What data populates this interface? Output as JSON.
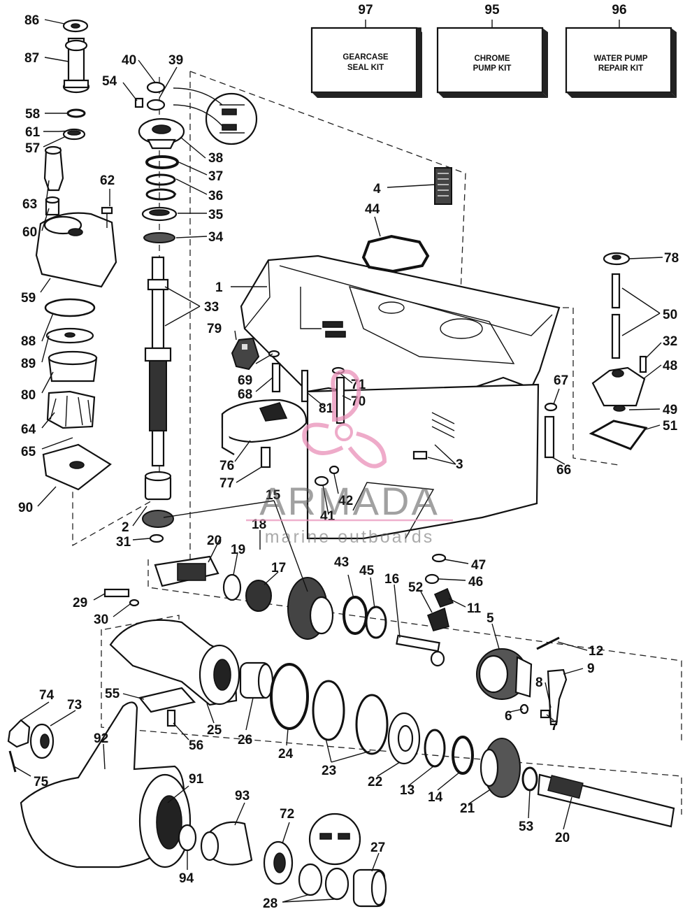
{
  "kits": [
    {
      "number": "97",
      "line1": "GEARCASE",
      "line2": "SEAL KIT"
    },
    {
      "number": "95",
      "line1": "CHROME",
      "line2": "PUMP KIT"
    },
    {
      "number": "96",
      "line1": "WATER PUMP",
      "line2": "REPAIR KIT"
    }
  ],
  "callouts": [
    "86",
    "87",
    "58",
    "61",
    "57",
    "63",
    "60",
    "59",
    "88",
    "89",
    "80",
    "64",
    "65",
    "90",
    "54",
    "40",
    "39",
    "38",
    "37",
    "36",
    "35",
    "34",
    "33",
    "2",
    "31",
    "62",
    "4",
    "44",
    "1",
    "79",
    "69",
    "68",
    "71",
    "70",
    "81",
    "76",
    "77",
    "15",
    "18",
    "42",
    "41",
    "3",
    "67",
    "66",
    "78",
    "50",
    "32",
    "48",
    "49",
    "51",
    "47",
    "46",
    "43",
    "45",
    "16",
    "52",
    "11",
    "20",
    "19",
    "17",
    "29",
    "30",
    "12",
    "5",
    "9",
    "8",
    "6",
    "7",
    "55",
    "56",
    "25",
    "26",
    "24",
    "23",
    "22",
    "13",
    "14",
    "21",
    "53",
    "20",
    "74",
    "73",
    "92",
    "75",
    "91",
    "93",
    "72",
    "94",
    "27",
    "28"
  ],
  "watermark": {
    "main": "ARMADA",
    "sub": "marine outboards"
  }
}
